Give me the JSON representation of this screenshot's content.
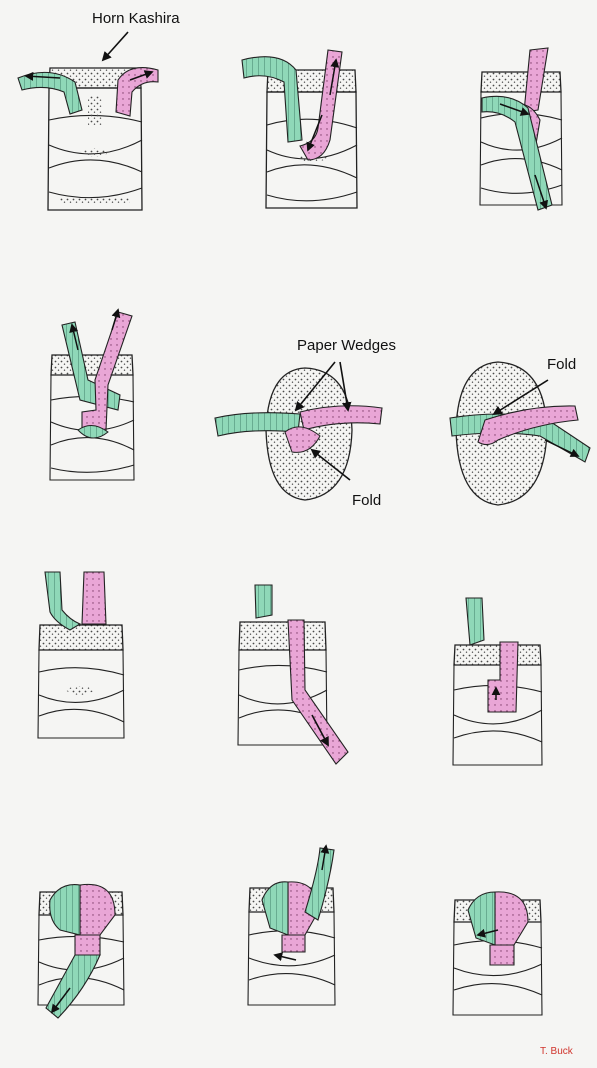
{
  "labels": {
    "horn_kashira": "Horn Kashira",
    "paper_wedges": "Paper Wedges",
    "fold_right": "Fold",
    "fold_center": "Fold"
  },
  "signature": "T. Buck",
  "colors": {
    "teal_wrap": "#8fd8b8",
    "pink_wrap": "#e9a6d6",
    "outline": "#222222",
    "stipple": "#4a4a4a",
    "signature": "#d0342c",
    "background": "#f5f5f3"
  },
  "icons": [
    "arrow-icon"
  ]
}
